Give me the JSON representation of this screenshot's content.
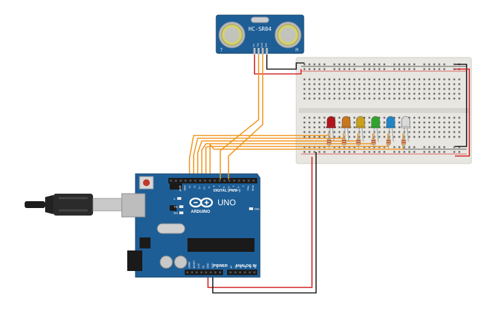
{
  "sensor": {
    "model": "HC-SR04",
    "left_mark": "T",
    "right_mark": "R",
    "pins": [
      "Vcc",
      "Trig",
      "Echo",
      "Gnd"
    ]
  },
  "arduino": {
    "logo_text": "ARDUINO",
    "model": "UNO",
    "digital_label": "DIGITAL (PWM~)",
    "power_label": "POWER",
    "analog_label": "ANALOG IN",
    "on_label": "ON",
    "tx_label": "TX",
    "rx_label": "RX",
    "l_label": "L",
    "digital_pins": [
      "AREF",
      "GND",
      "13",
      "12",
      "~11",
      "~10",
      "~9",
      "8",
      "7",
      "~6",
      "~5",
      "4",
      "~3",
      "2",
      "TX▸1",
      "RX◂0"
    ],
    "power_pins": [
      "IOREF",
      "RESET",
      "3.3V",
      "5V",
      "GND",
      "GND",
      "Vin"
    ],
    "analog_pins": [
      "A0",
      "A1",
      "A2",
      "A3",
      "A4",
      "A5"
    ]
  },
  "leds": [
    {
      "color": "red",
      "hex": "#b3141a"
    },
    {
      "color": "orange",
      "hex": "#c8771c"
    },
    {
      "color": "yellow",
      "hex": "#c9a21a"
    },
    {
      "color": "green",
      "hex": "#2da62b"
    },
    {
      "color": "blue",
      "hex": "#1f87c8"
    },
    {
      "color": "white",
      "hex": "#d9d9d9"
    }
  ],
  "colors": {
    "board": "#1e5e96",
    "breadboard": "#e8e6e1",
    "wire_signal": "#f0961e",
    "wire_power": "#d41e1e",
    "wire_ground": "#1a1a1a"
  }
}
